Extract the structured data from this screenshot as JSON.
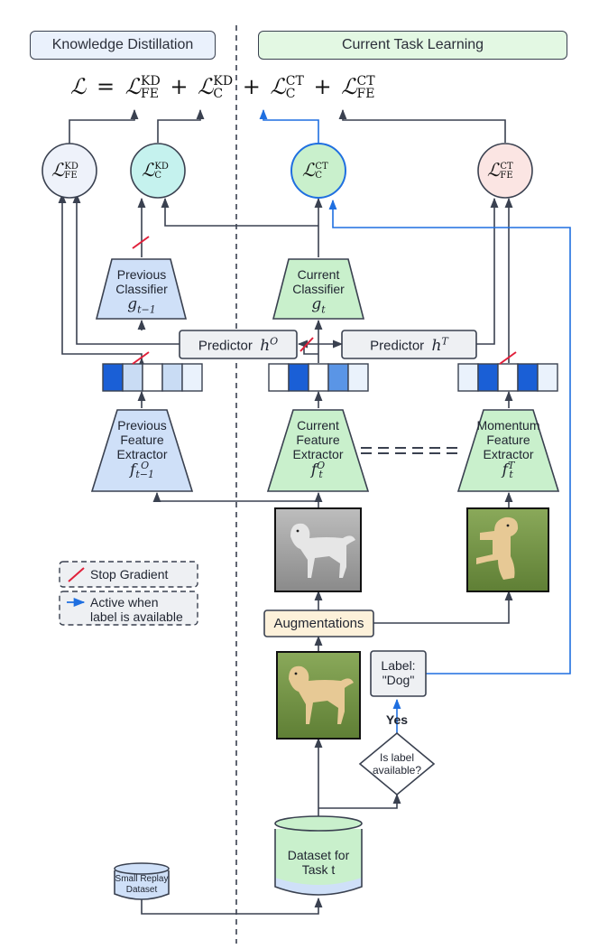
{
  "headers": {
    "left": "Knowledge Distillation",
    "right": "Current Task Learning"
  },
  "formula": {
    "lhs": "ℒ",
    "eq": "=",
    "terms": [
      {
        "sym": "ℒ",
        "sup": "KD",
        "sub": "FE"
      },
      {
        "sym": "ℒ",
        "sup": "KD",
        "sub": "C"
      },
      {
        "sym": "ℒ",
        "sup": "CT",
        "sub": "C"
      },
      {
        "sym": "ℒ",
        "sup": "CT",
        "sub": "FE"
      }
    ],
    "plus": "+"
  },
  "losses": {
    "kd_fe": {
      "sym": "ℒ",
      "sup": "KD",
      "sub": "FE"
    },
    "kd_c": {
      "sym": "ℒ",
      "sup": "KD",
      "sub": "C"
    },
    "ct_c": {
      "sym": "ℒ",
      "sup": "CT",
      "sub": "C"
    },
    "ct_fe": {
      "sym": "ℒ",
      "sup": "CT",
      "sub": "FE"
    }
  },
  "classifiers": {
    "previous": {
      "line1": "Previous",
      "line2": "Classifier",
      "math": "g",
      "math_sub": "t−1"
    },
    "current": {
      "line1": "Current",
      "line2": "Classifier",
      "math": "g",
      "math_sub": "t"
    }
  },
  "predictors": {
    "old": {
      "label": "Predictor",
      "math": "h",
      "math_sup": "O"
    },
    "new": {
      "label": "Predictor",
      "math": "h",
      "math_sup": "T"
    }
  },
  "extractors": {
    "previous": {
      "line1": "Previous",
      "line2": "Feature",
      "line3": "Extractor",
      "math": "f",
      "math_sup": "O",
      "math_sub": "t−1"
    },
    "current": {
      "line1": "Current",
      "line2": "Feature",
      "line3": "Extractor",
      "math": "f",
      "math_sup": "O",
      "math_sub": "t"
    },
    "momentum": {
      "line1": "Momentum",
      "line2": "Feature",
      "line3": "Extractor",
      "math": "f",
      "math_sup": "T",
      "math_sub": "t"
    }
  },
  "feature_vectors": {
    "previous": [
      "#1a5fd6",
      "#c9dcf4",
      "#ffffff",
      "#c9dcf4",
      "#eaf2fc"
    ],
    "current": [
      "#ffffff",
      "#1a5fd6",
      "#ffffff",
      "#5a95e6",
      "#eaf2fc"
    ],
    "momentum": [
      "#eaf2fc",
      "#1a5fd6",
      "#ffffff",
      "#1a5fd6",
      "#eaf2fc"
    ]
  },
  "augmentations": "Augmentations",
  "label_box": {
    "line1": "Label:",
    "line2": "\"Dog\""
  },
  "decision": {
    "line1": "Is label",
    "line2": "available?",
    "yes": "Yes"
  },
  "datasets": {
    "main": {
      "line1": "Dataset for",
      "line2": "Task t"
    },
    "replay": {
      "line1": "Small Replay",
      "line2": "Dataset"
    }
  },
  "legend": {
    "stop_gradient": "Stop Gradient",
    "active_line1": "Active when",
    "active_line2": "label is available"
  },
  "colors": {
    "blue_fill": "#cfe0f8",
    "green_fill": "#c9f0cc",
    "teal_fill": "#c5f2ee",
    "pink_fill": "#fbe5e3",
    "kd_header": "#eaf1fc",
    "ct_header": "#e3f8e3",
    "aug_fill": "#fdf1da",
    "gray_fill": "#eef0f3",
    "active_blue": "#1f6fe0",
    "stop_red": "#e0203a",
    "line": "#3a4150"
  }
}
